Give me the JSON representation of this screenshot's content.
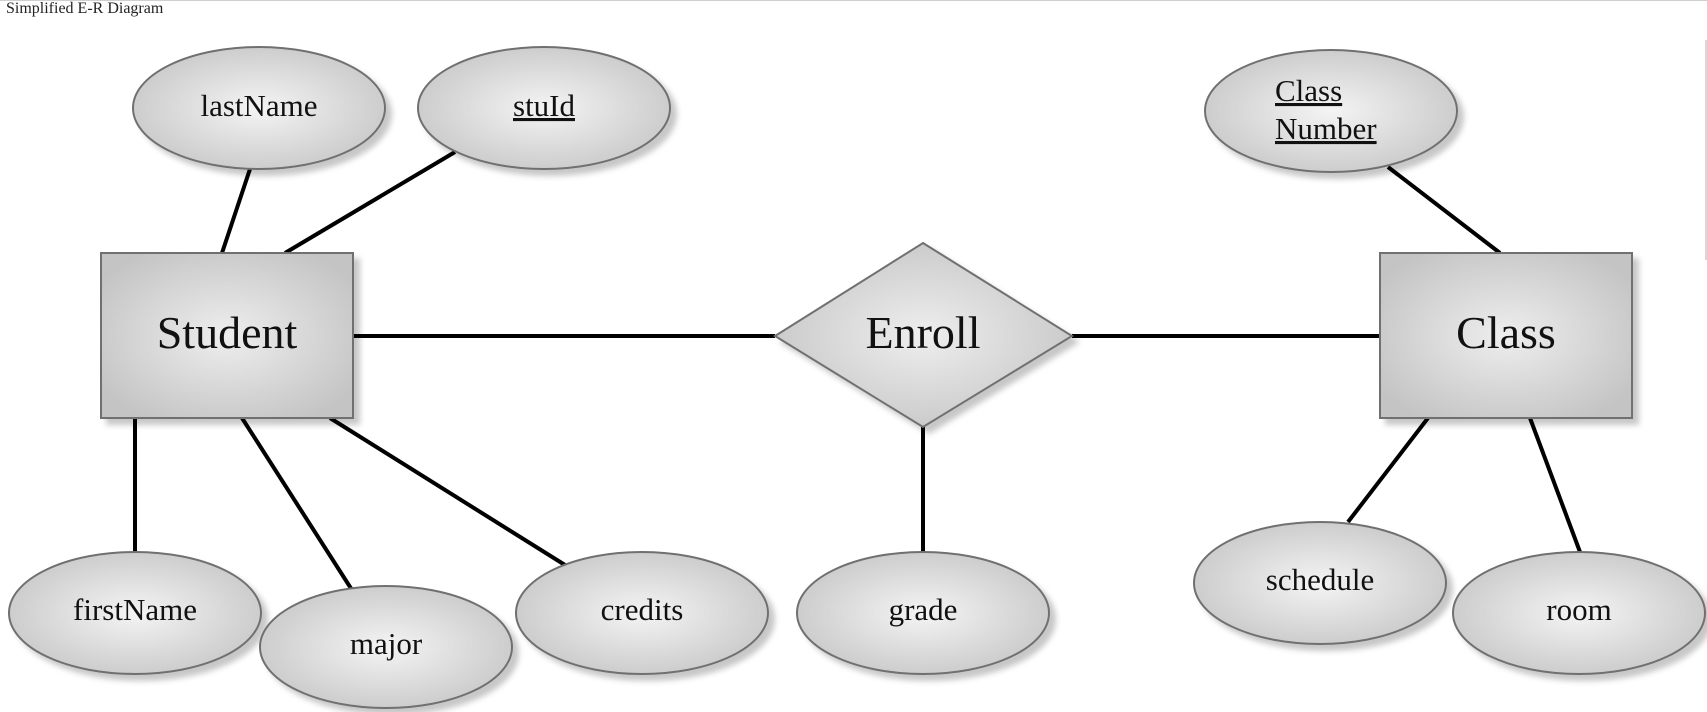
{
  "page": {
    "title": "Simplified E-R Diagram"
  },
  "entities": [
    {
      "id": "student",
      "label": "Student"
    },
    {
      "id": "class",
      "label": "Class"
    }
  ],
  "relationships": [
    {
      "id": "enroll",
      "label": "Enroll",
      "connects": [
        "student",
        "class"
      ]
    }
  ],
  "attributes": [
    {
      "id": "lastName",
      "label": "lastName",
      "owner": "student",
      "key": false
    },
    {
      "id": "stuId",
      "label": "stuId",
      "owner": "student",
      "key": true
    },
    {
      "id": "firstName",
      "label": "firstName",
      "owner": "student",
      "key": false
    },
    {
      "id": "major",
      "label": "major",
      "owner": "student",
      "key": false
    },
    {
      "id": "credits",
      "label": "credits",
      "owner": "student",
      "key": false
    },
    {
      "id": "grade",
      "label": "grade",
      "owner": "enroll",
      "key": false
    },
    {
      "id": "classNumber",
      "label_line1": "Class",
      "label_line2": "Number",
      "owner": "class",
      "key": true
    },
    {
      "id": "schedule",
      "label": "schedule",
      "owner": "class",
      "key": false
    },
    {
      "id": "room",
      "label": "room",
      "owner": "class",
      "key": false
    }
  ]
}
